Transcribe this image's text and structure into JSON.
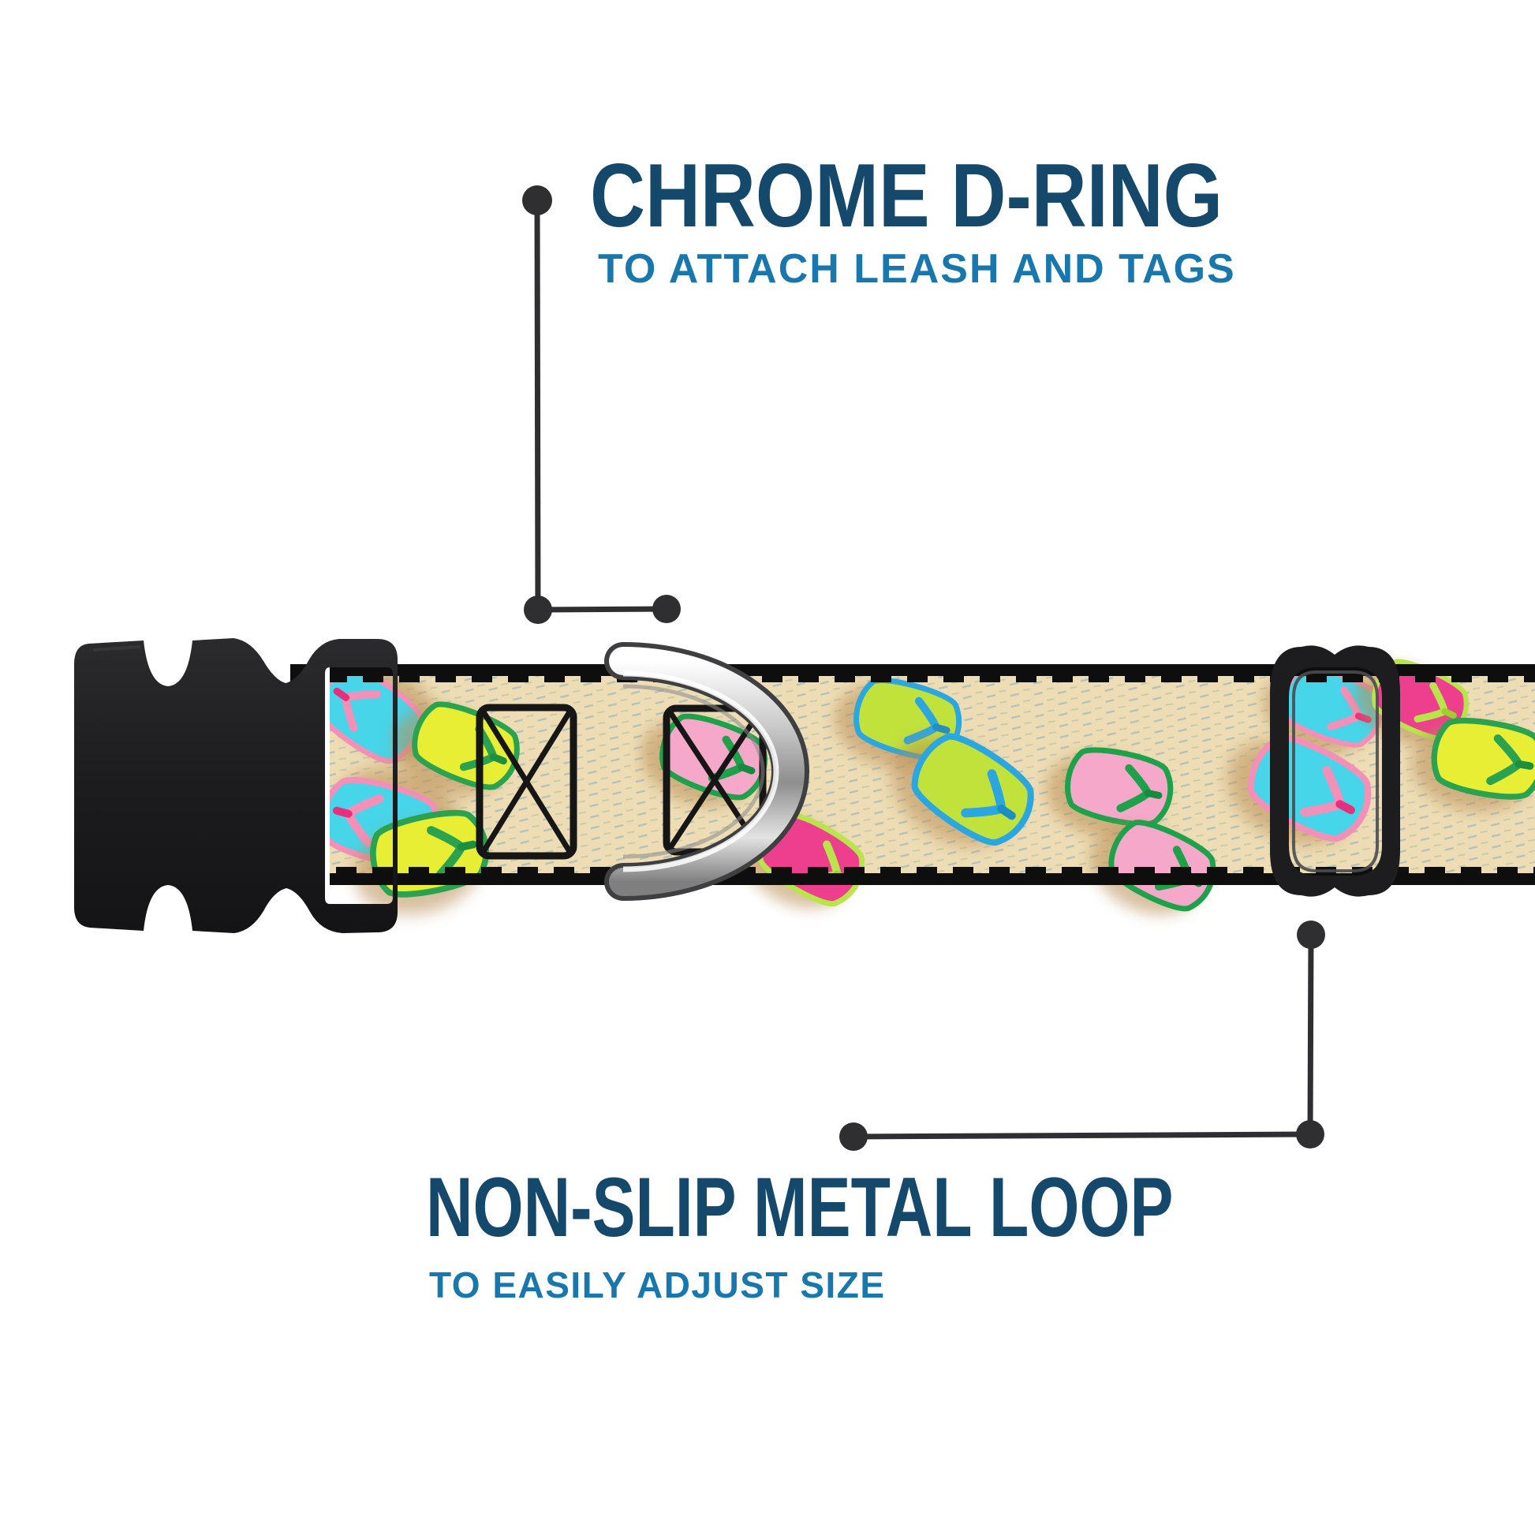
{
  "annotations": {
    "dring": {
      "title": "CHROME D-RING",
      "subtitle": "TO ATTACH LEASH AND TAGS"
    },
    "loop": {
      "title": "NON-SLIP METAL LOOP",
      "subtitle": "TO EASILY ADJUST SIZE"
    }
  },
  "collar": {
    "parts": {
      "buckle": "black side-release buckle",
      "dring": "chrome d-ring",
      "slider": "non-slip metal adjustment loop",
      "webbing": "sand webbing with flip-flop pattern",
      "stitching": "black box-x stitching"
    }
  },
  "theme": {
    "heading": "#15496b",
    "subheading": "#1878ae",
    "callout": "#2f2f31",
    "strap_bg": "#eedcb4",
    "strap_edge": "#0e0e0e",
    "buckle_dark": "#1a1a1c",
    "loop_metal": "#1d1d1f",
    "sand_shadow": "#b98d55",
    "ff_blue_sole": "#47d5e9",
    "ff_blue_strap": "#f48fb8",
    "ff_blue_toe": "#e82f7e",
    "ff_yellow_sole": "#e7ee33",
    "ff_yellow_strap": "#2aa24f",
    "ff_yellow_toe": "#1d8f41",
    "ff_green_sole": "#c0e23b",
    "ff_green_strap": "#2aa7e0",
    "ff_green_toe": "#1b8fc4",
    "ff_pink_sole": "#f6a8cb",
    "ff_pink_strap": "#1ea14b",
    "ff_pink_toe": "#168a3e",
    "ff_magenta_sole": "#ee3f8e",
    "ff_magenta_strap": "#b8e64a",
    "ff_magenta_toe": "#9fd02f"
  }
}
